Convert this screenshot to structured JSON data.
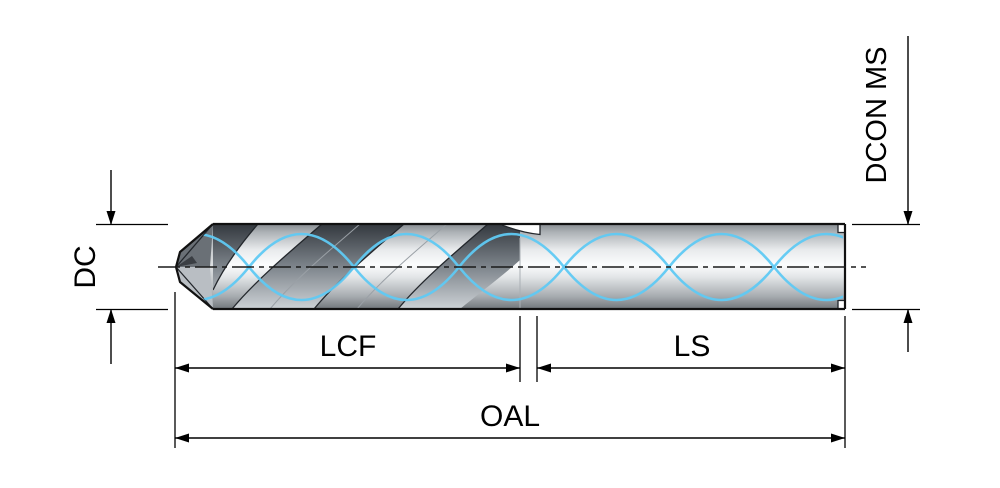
{
  "diagram": {
    "type": "technical-drawing",
    "labels": {
      "dc": "DC",
      "dcon_ms": "DCON MS",
      "lcf": "LCF",
      "ls": "LS",
      "oal": "OAL"
    },
    "colors": {
      "coolant_line": "#5fc9f3",
      "outline": "#000000",
      "metal_light": "#fbfcfd",
      "metal_dark": "#72777c",
      "background": "#ffffff"
    }
  }
}
